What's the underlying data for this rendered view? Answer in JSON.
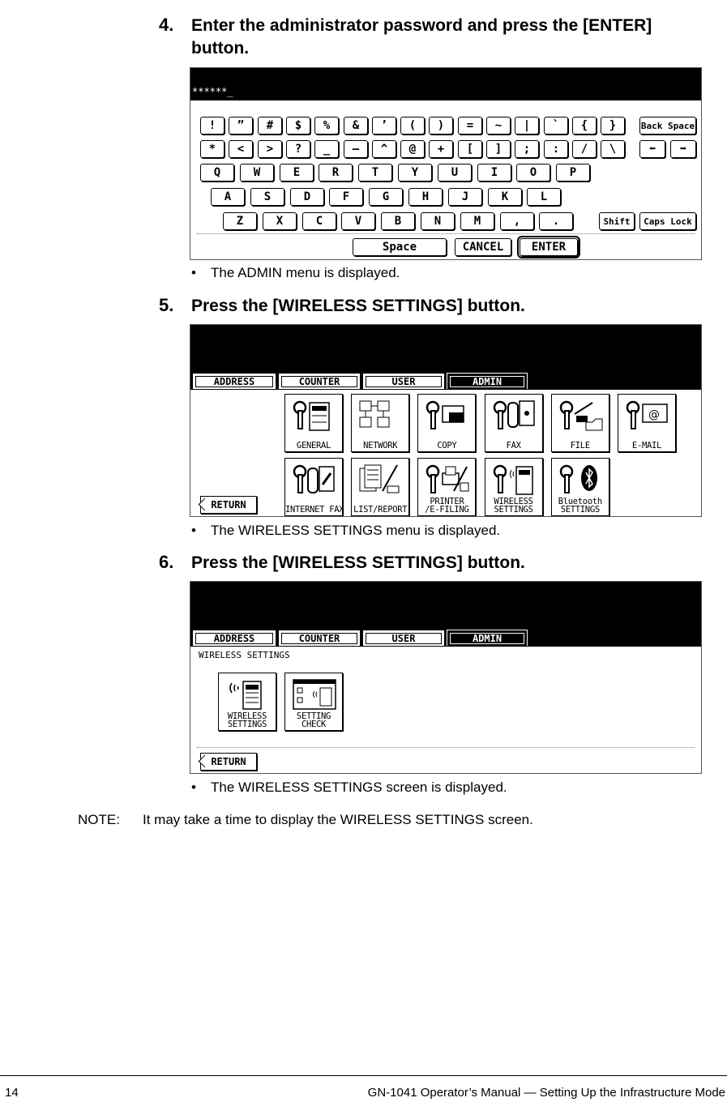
{
  "steps": [
    {
      "num": "4.",
      "text": "Enter the administrator password and press the [ENTER] button."
    },
    {
      "num": "5.",
      "text": "Press the [WIRELESS SETTINGS] button."
    },
    {
      "num": "6.",
      "text": "Press the [WIRELESS SETTINGS] button."
    }
  ],
  "bullets": [
    "The ADMIN menu is displayed.",
    "The WIRELESS SETTINGS menu is displayed.",
    "The WIRELESS SETTINGS screen is displayed."
  ],
  "bullet_mark": "•",
  "keyboard": {
    "password_display": "******_",
    "row1": [
      "!",
      "”",
      "#",
      "$",
      "%",
      "&",
      "’",
      "(",
      ")",
      "=",
      "~",
      "|",
      "`",
      "{",
      "}"
    ],
    "row2": [
      "*",
      "<",
      ">",
      "?",
      "_",
      "—",
      "^",
      "@",
      "+",
      "[",
      "]",
      ";",
      ":",
      "/",
      "\\"
    ],
    "row3": [
      "Q",
      "W",
      "E",
      "R",
      "T",
      "Y",
      "U",
      "I",
      "O",
      "P"
    ],
    "row4": [
      "A",
      "S",
      "D",
      "F",
      "G",
      "H",
      "J",
      "K",
      "L"
    ],
    "row5": [
      "Z",
      "X",
      "C",
      "V",
      "B",
      "N",
      "M",
      ",",
      "."
    ],
    "backspace": "Back Space",
    "left_arrow": "⬅",
    "right_arrow": "➡",
    "shift": "Shift",
    "caps_lock": "Caps Lock",
    "space": "Space",
    "cancel": "CANCEL",
    "enter": "ENTER"
  },
  "tabs": [
    "ADDRESS",
    "COUNTER",
    "USER",
    "ADMIN"
  ],
  "admin_menu": {
    "row1": [
      "GENERAL",
      "NETWORK",
      "COPY",
      "FAX",
      "FILE",
      "E-MAIL"
    ],
    "row2": [
      "INTERNET FAX",
      "LIST/REPORT",
      "PRINTER\n/E-FILING",
      "WIRELESS\nSETTINGS",
      "Bluetooth\nSETTINGS"
    ],
    "return": "RETURN"
  },
  "wireless_screen": {
    "title": "WIRELESS SETTINGS",
    "buttons": [
      "WIRELESS\nSETTINGS",
      "SETTING\nCHECK"
    ],
    "return": "RETURN"
  },
  "note": {
    "label": "NOTE:",
    "text": "It may take a time to display the WIRELESS SETTINGS screen."
  },
  "footer": {
    "page": "14",
    "title": "GN-1041 Operator’s Manual — Setting Up the Infrastructure Mode"
  }
}
